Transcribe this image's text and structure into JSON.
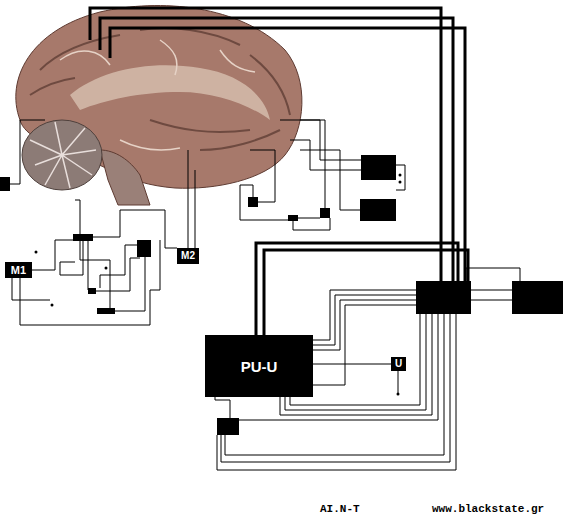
{
  "diagram": {
    "nodes": [
      {
        "text": [
          "M1"
        ]
      },
      {
        "text": [
          "M2"
        ]
      },
      {
        "text": [
          "PU-U"
        ]
      },
      {
        "text": [
          "U"
        ]
      }
    ],
    "edges": [
      {
        "from": 2,
        "to": 3,
        "arrow": "none"
      }
    ],
    "labels": [
      "AI.N-T",
      "www.blackstate.gr"
    ]
  }
}
